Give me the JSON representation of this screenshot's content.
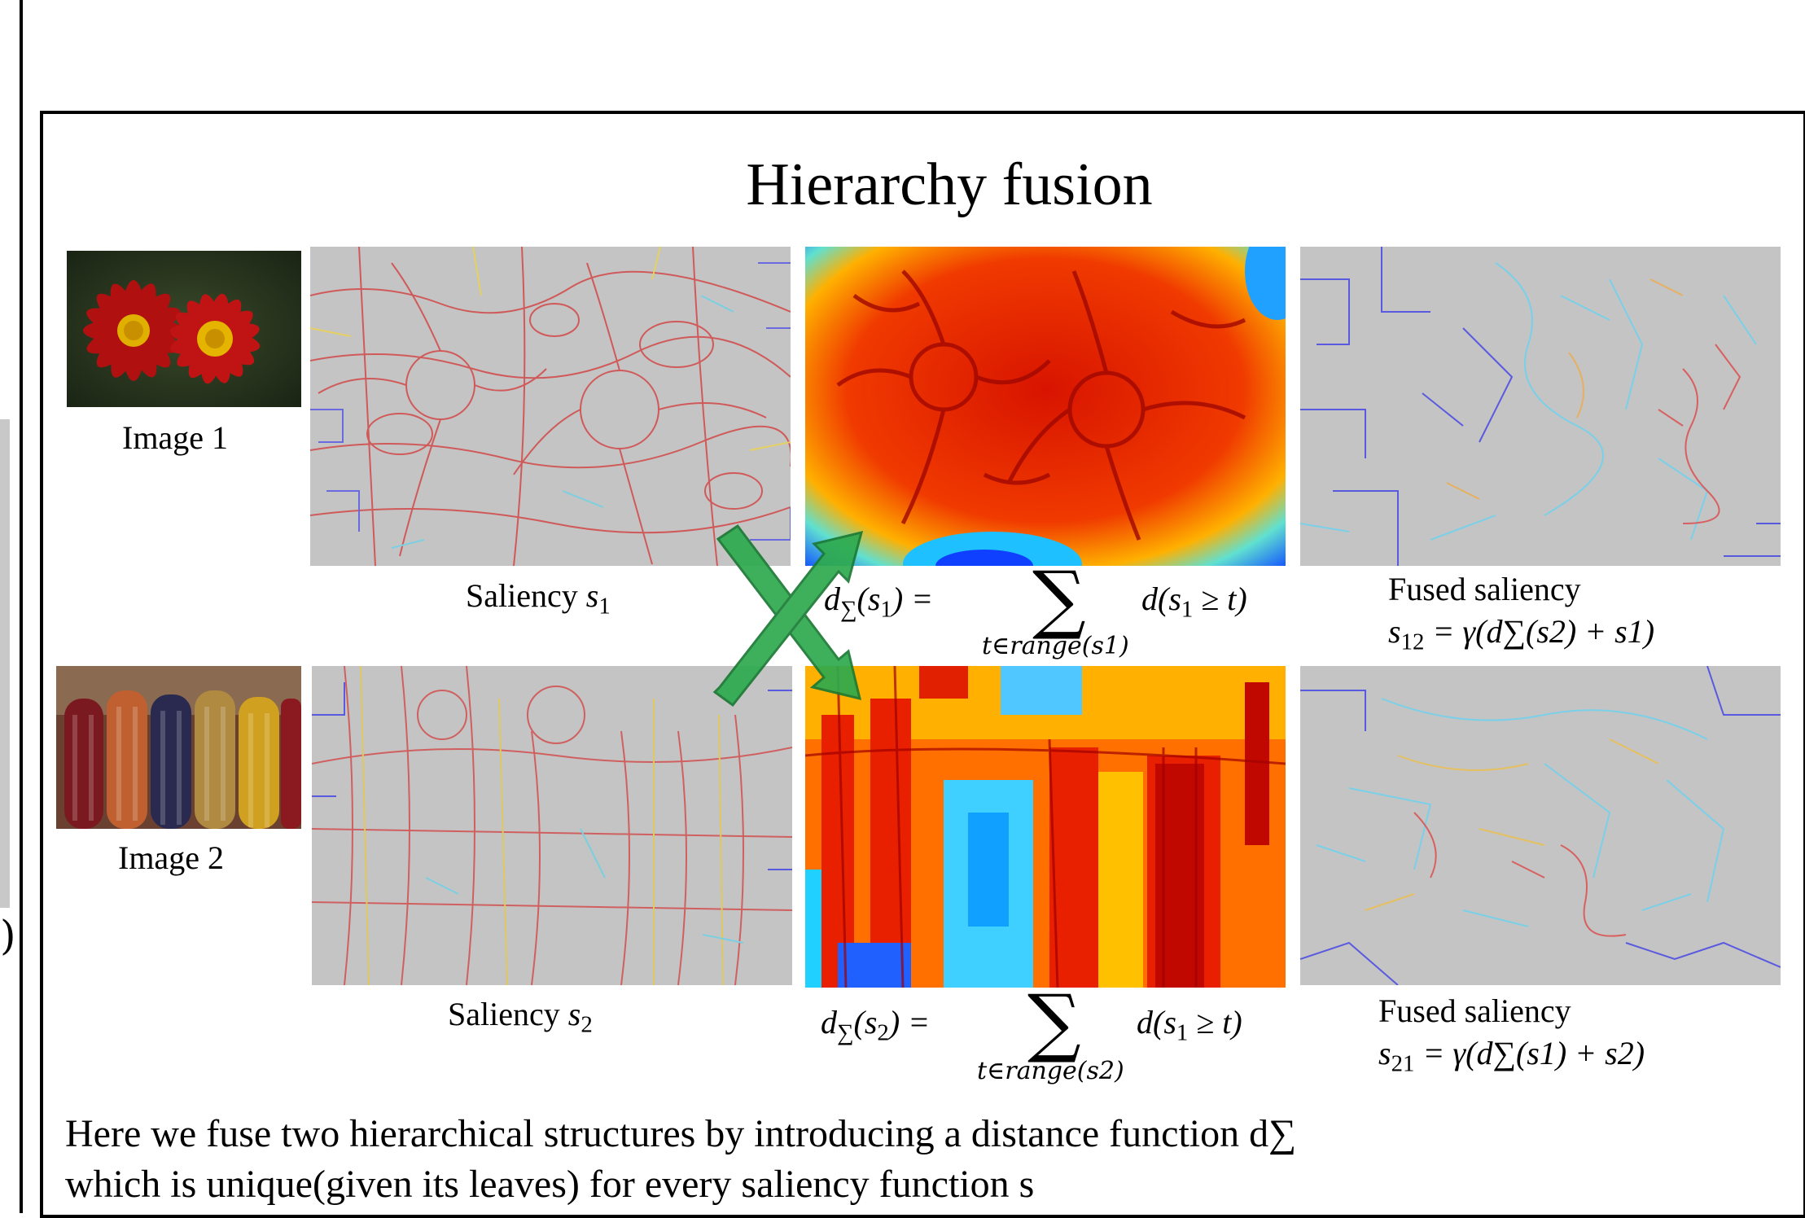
{
  "title": "Hierarchy fusion",
  "row1": {
    "image_label": "Image 1",
    "saliency_label": "Saliency ",
    "saliency_var": "s",
    "saliency_sub": "1",
    "distance_lhs": "d",
    "distance_arg": "(s",
    "distance_arg_sub": "1",
    "distance_eq": ") =",
    "sum_symbol": "∑",
    "sum_range": "t∈range(s1)",
    "sum_rhs": "d(s",
    "sum_rhs_sub": "1",
    "sum_rhs_tail": " ≥ t)",
    "fused_label": "Fused saliency",
    "fused_formula_lhs": "s",
    "fused_formula_lhs_sub": "12",
    "fused_formula_rhs": " = γ(d∑(s2) + s1)"
  },
  "row2": {
    "image_label": "Image 2",
    "saliency_label": "Saliency ",
    "saliency_var": "s",
    "saliency_sub": "2",
    "distance_lhs": "d",
    "distance_arg": "(s",
    "distance_arg_sub": "2",
    "distance_eq": ") =",
    "sum_symbol": "∑",
    "sum_range": "t∈range(s2)",
    "sum_rhs": "d(s",
    "sum_rhs_sub": "1",
    "sum_rhs_tail": " ≥ t)",
    "fused_label": "Fused saliency",
    "fused_formula_lhs": "s",
    "fused_formula_lhs_sub": "21",
    "fused_formula_rhs": " = γ(d∑(s1) + s2)"
  },
  "caption": {
    "line1": "Here we fuse two hierarchical structures by introducing a distance function d∑",
    "line2": "which is unique(given its leaves) for every saliency function s"
  },
  "colors": {
    "arrow_green": "#2eaa4e",
    "saliency_bg": "#c4c4c4",
    "heat_red": "#e01800",
    "heat_blue": "#1040ff"
  }
}
